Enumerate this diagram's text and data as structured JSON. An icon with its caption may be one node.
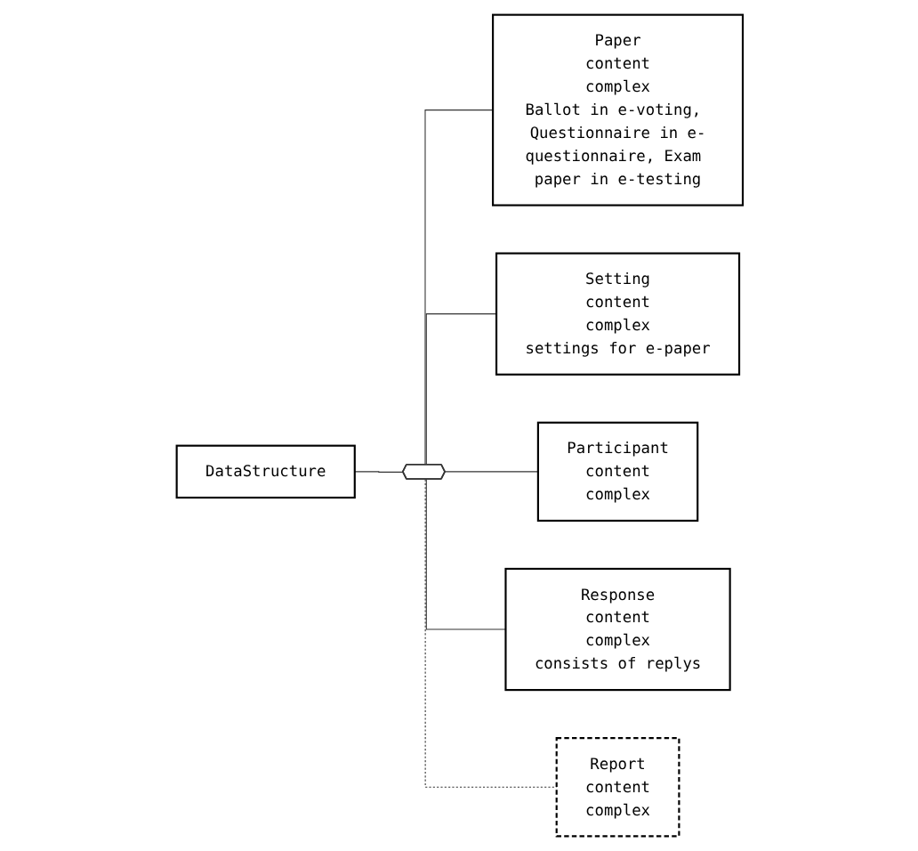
{
  "diagram": {
    "nodes": [
      {
        "text": [
          "DataStructure"
        ]
      },
      {
        "text": [],
        "shape": "hexagon"
      },
      {
        "text": [
          "Paper",
          "content",
          "complex",
          "Ballot in e-voting, Questionnaire in e-questionnaire, Exam paper in e-testing"
        ]
      },
      {
        "text": [
          "Setting",
          "content",
          "complex",
          "settings for e-paper"
        ]
      },
      {
        "text": [
          "Participant",
          "content",
          "complex"
        ]
      },
      {
        "text": [
          "Response",
          "content",
          "complex",
          "consists of replys"
        ]
      },
      {
        "text": [
          "Report",
          "content",
          "complex"
        ]
      }
    ],
    "edges": [
      {
        "from": 0,
        "to": 1,
        "arrow": "none"
      },
      {
        "from": 1,
        "to": 2,
        "arrow": "none"
      },
      {
        "from": 1,
        "to": 3,
        "arrow": "none"
      },
      {
        "from": 1,
        "to": 4,
        "arrow": "none"
      },
      {
        "from": 1,
        "to": 5,
        "arrow": "none"
      },
      {
        "from": 1,
        "to": 6,
        "arrow": "none",
        "style": "dashed"
      }
    ]
  }
}
